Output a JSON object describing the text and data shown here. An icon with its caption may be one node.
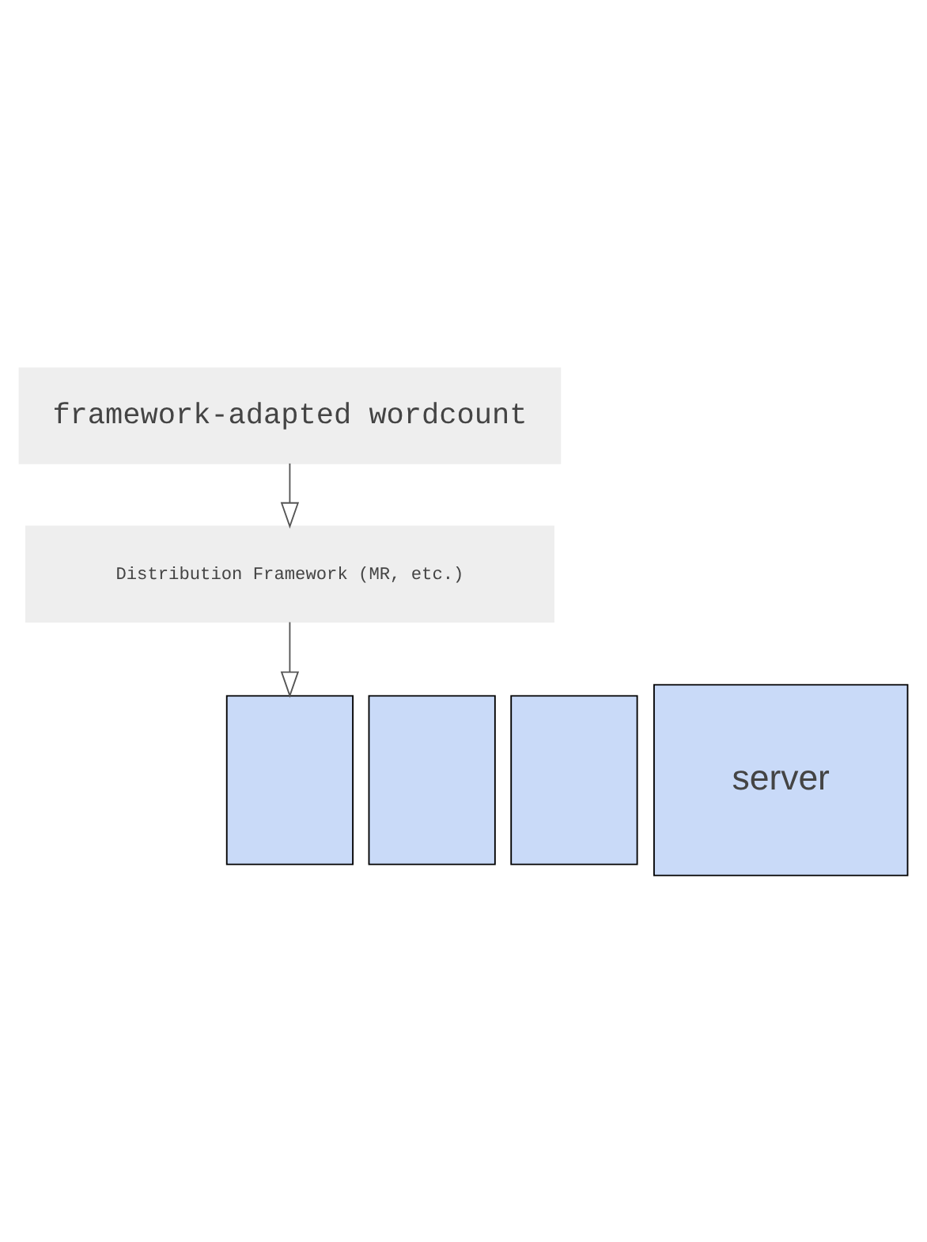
{
  "diagram": {
    "nodes": [
      {
        "text": [
          "framework-adapted wordcount"
        ]
      },
      {
        "text": [
          "Distribution Framework (MR, etc.)"
        ]
      },
      {
        "text": [],
        "shape": "box"
      },
      {
        "text": [],
        "shape": "box"
      },
      {
        "text": [],
        "shape": "box"
      },
      {
        "text": [
          "server"
        ]
      }
    ],
    "edges": [
      {
        "from": 0,
        "to": 1,
        "arrow": "to"
      },
      {
        "from": 1,
        "to": 2,
        "arrow": "to"
      }
    ]
  }
}
